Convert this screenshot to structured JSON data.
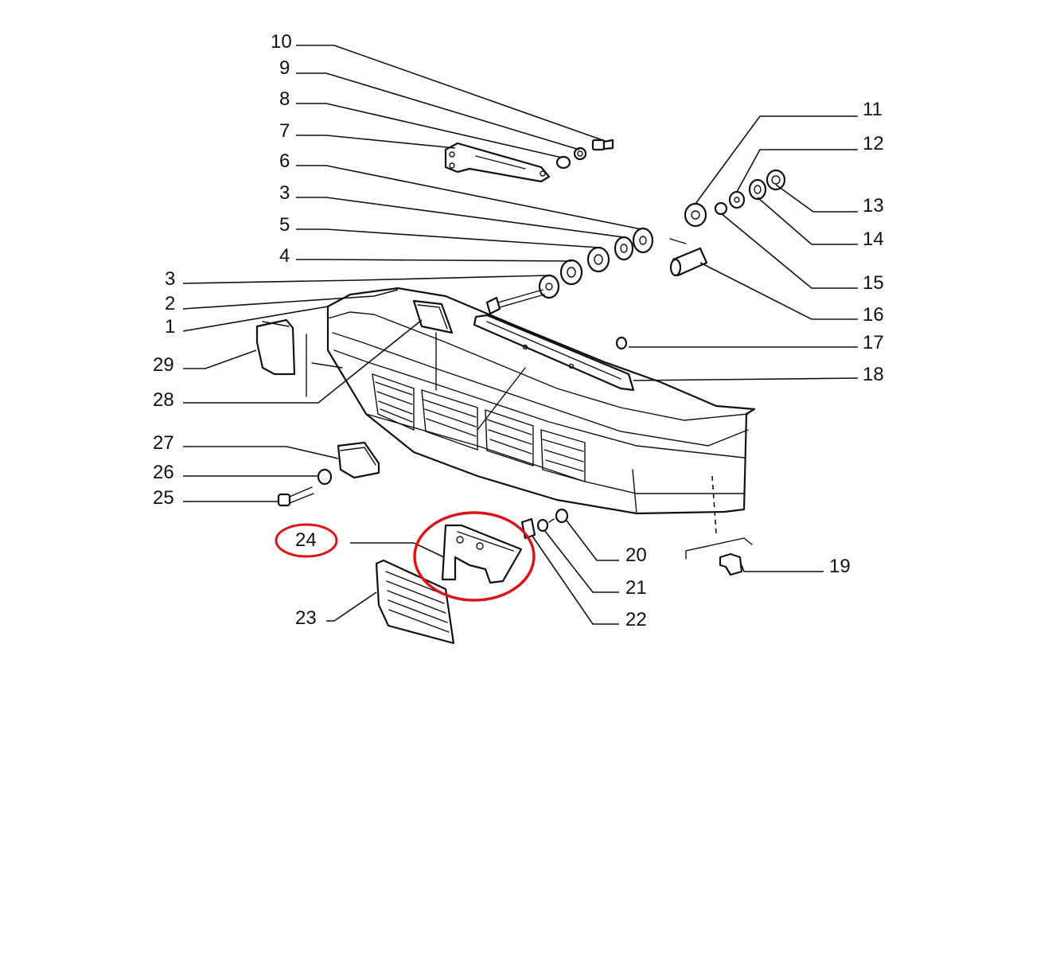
{
  "diagram": {
    "callouts": [
      "10",
      "9",
      "8",
      "7",
      "6",
      "3",
      "5",
      "4",
      "3",
      "2",
      "1",
      "29",
      "28",
      "27",
      "26",
      "25",
      "24",
      "23",
      "11",
      "12",
      "13",
      "14",
      "15",
      "16",
      "17",
      "18",
      "19",
      "20",
      "21",
      "22"
    ],
    "highlight_color": "#d9141b",
    "line_color": "#111111"
  }
}
